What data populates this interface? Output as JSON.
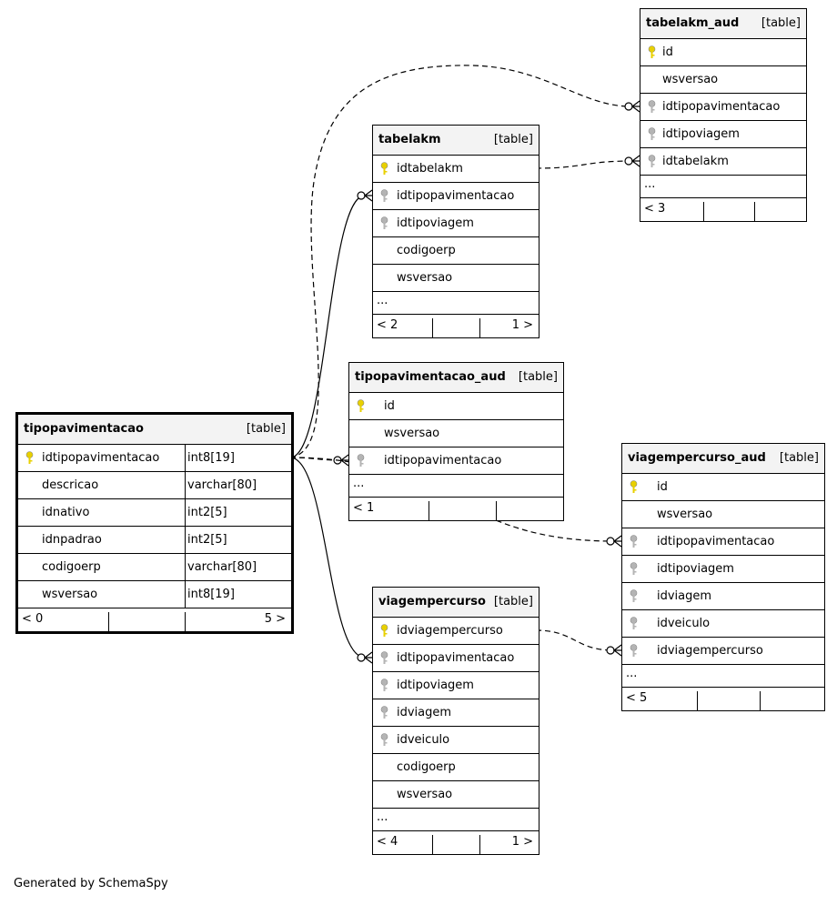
{
  "tables": [
    {
      "id": "tipopavimentacao",
      "name": "tipopavimentacao",
      "tag": "[table]",
      "main": true,
      "columns": [
        {
          "name": "idtipopavimentacao",
          "type": "int8[19]",
          "key": "primary"
        },
        {
          "name": "descricao",
          "type": "varchar[80]",
          "key": ""
        },
        {
          "name": "idnativo",
          "type": "int2[5]",
          "key": ""
        },
        {
          "name": "idnpadrao",
          "type": "int2[5]",
          "key": ""
        },
        {
          "name": "codigoerp",
          "type": "varchar[80]",
          "key": ""
        },
        {
          "name": "wsversao",
          "type": "int8[19]",
          "key": ""
        }
      ],
      "more": "",
      "left_nav": "< 0",
      "right_nav": "5 >"
    },
    {
      "id": "tabelakm_aud",
      "name": "tabelakm_aud",
      "tag": "[table]",
      "columns": [
        {
          "name": "id",
          "key": "primary"
        },
        {
          "name": "wsversao",
          "key": ""
        },
        {
          "name": "idtipopavimentacao",
          "key": "foreign"
        },
        {
          "name": "idtipoviagem",
          "key": "foreign"
        },
        {
          "name": "idtabelakm",
          "key": "foreign"
        }
      ],
      "more": "...",
      "left_nav": "< 3",
      "right_nav": ""
    },
    {
      "id": "tabelakm",
      "name": "tabelakm",
      "tag": "[table]",
      "columns": [
        {
          "name": "idtabelakm",
          "key": "primary"
        },
        {
          "name": "idtipopavimentacao",
          "key": "foreign"
        },
        {
          "name": "idtipoviagem",
          "key": "foreign"
        },
        {
          "name": "codigoerp",
          "key": ""
        },
        {
          "name": "wsversao",
          "key": ""
        }
      ],
      "more": "...",
      "left_nav": "< 2",
      "right_nav": "1 >"
    },
    {
      "id": "tipopavimentacao_aud",
      "name": "tipopavimentacao_aud",
      "tag": "[table]",
      "columns": [
        {
          "name": "id",
          "key": "primary"
        },
        {
          "name": "wsversao",
          "key": ""
        },
        {
          "name": "idtipopavimentacao",
          "key": "foreign"
        }
      ],
      "more": "...",
      "left_nav": "< 1",
      "right_nav": ""
    },
    {
      "id": "viagempercurso_aud",
      "name": "viagempercurso_aud",
      "tag": "[table]",
      "columns": [
        {
          "name": "id",
          "key": "primary"
        },
        {
          "name": "wsversao",
          "key": ""
        },
        {
          "name": "idtipopavimentacao",
          "key": "foreign"
        },
        {
          "name": "idtipoviagem",
          "key": "foreign"
        },
        {
          "name": "idviagem",
          "key": "foreign"
        },
        {
          "name": "idveiculo",
          "key": "foreign"
        },
        {
          "name": "idviagempercurso",
          "key": "foreign"
        }
      ],
      "more": "...",
      "left_nav": "< 5",
      "right_nav": ""
    },
    {
      "id": "viagempercurso",
      "name": "viagempercurso",
      "tag": "[table]",
      "columns": [
        {
          "name": "idviagempercurso",
          "key": "primary"
        },
        {
          "name": "idtipopavimentacao",
          "key": "foreign"
        },
        {
          "name": "idtipoviagem",
          "key": "foreign"
        },
        {
          "name": "idviagem",
          "key": "foreign"
        },
        {
          "name": "idveiculo",
          "key": "foreign"
        },
        {
          "name": "codigoerp",
          "key": ""
        },
        {
          "name": "wsversao",
          "key": ""
        }
      ],
      "more": "...",
      "left_nav": "< 4",
      "right_nav": "1 >"
    }
  ],
  "relationships": [
    {
      "from": "tipopavimentacao.idtipopavimentacao",
      "to": "tabelakm.idtipopavimentacao",
      "style": "solid"
    },
    {
      "from": "tipopavimentacao.idtipopavimentacao",
      "to": "viagempercurso.idtipopavimentacao",
      "style": "solid"
    },
    {
      "from": "tipopavimentacao.idtipopavimentacao",
      "to": "tipopavimentacao_aud.idtipopavimentacao",
      "style": "dashed"
    },
    {
      "from": "tipopavimentacao.idtipopavimentacao",
      "to": "tabelakm_aud.idtipopavimentacao",
      "style": "dashed"
    },
    {
      "from": "tipopavimentacao.idtipopavimentacao",
      "to": "viagempercurso_aud.idtipopavimentacao",
      "style": "dashed"
    },
    {
      "from": "tabelakm.idtabelakm",
      "to": "tabelakm_aud.idtabelakm",
      "style": "dashed"
    },
    {
      "from": "viagempercurso.idviagempercurso",
      "to": "viagempercurso_aud.idviagempercurso",
      "style": "dashed"
    }
  ],
  "colors": {
    "primary_key": "#e8d000",
    "foreign_key": "#b4b4b4",
    "header_bg": "#f3f3f3"
  },
  "footer": "Generated by SchemaSpy"
}
